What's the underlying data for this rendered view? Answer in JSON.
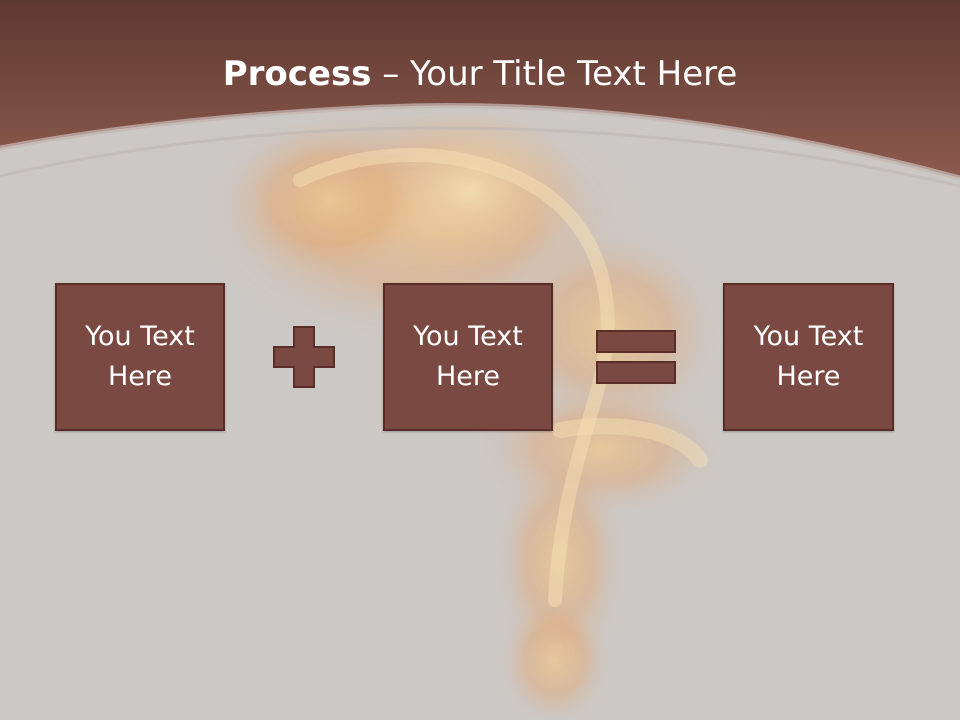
{
  "slide": {
    "title_bold": "Process",
    "title_rest": " – Your Title Text Here",
    "operators": [
      "plus",
      "equals"
    ],
    "boxes": [
      {
        "text": "You Text Here"
      },
      {
        "text": "You Text Here"
      },
      {
        "text": "You Text Here"
      }
    ]
  },
  "colors": {
    "header": "#7d4a41",
    "box_fill": "#7a4a42",
    "box_border": "#5a2e28",
    "body_bg": "#ccc8c5"
  }
}
